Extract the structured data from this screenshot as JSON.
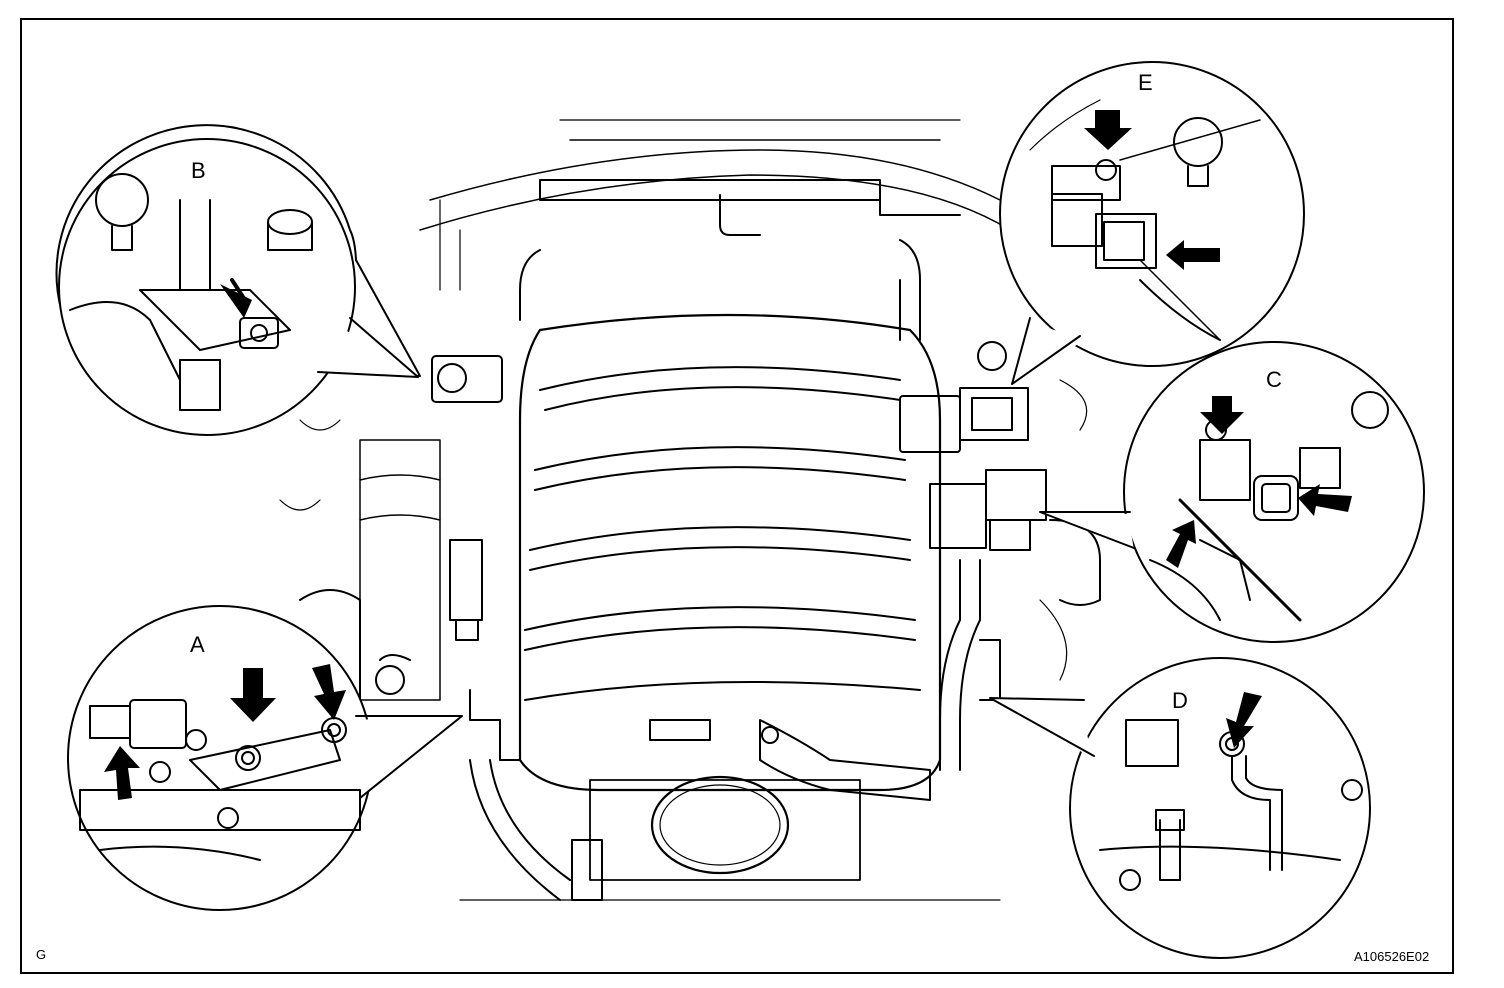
{
  "corner_mark": "G",
  "figure_code": "A106526E02",
  "callouts": {
    "a": "A",
    "b": "B",
    "c": "C",
    "d": "D",
    "e": "E"
  },
  "colors": {
    "ink": "#000000",
    "paper": "#ffffff"
  }
}
